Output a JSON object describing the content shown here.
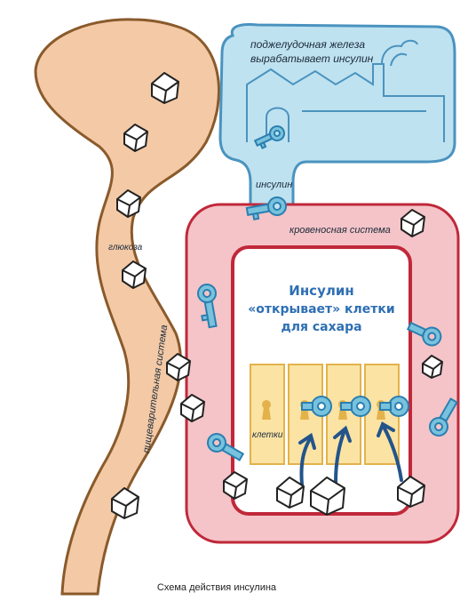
{
  "labels": {
    "pancreas_line1": "поджелудочная железа",
    "pancreas_line2": "вырабатывает инсулин",
    "insulin": "инсулин",
    "bloodstream": "кровеносная система",
    "glucose": "глюкоза",
    "digestive": "пищеварительная система",
    "cells": "клетки",
    "center_line1": "Инсулин",
    "center_line2": "«открывает» клетки",
    "center_line3": "для сахара",
    "caption": "Схема действия инсулина"
  },
  "colors": {
    "digestive_fill": "#f3c9a6",
    "digestive_outline": "#8a5a2b",
    "pancreas_fill": "#bfe2f0",
    "pancreas_outline": "#4a93bf",
    "blood_fill": "#f4c4c8",
    "blood_outline": "#c0283a",
    "cell_fill": "#fbe3a4",
    "cell_outline": "#e3b24a",
    "key": "#79c2dd",
    "arrow": "#23548a",
    "center_text": "#2e6fb3"
  },
  "icons": [
    "sugar-cube-icon",
    "key-icon",
    "factory-icon",
    "keyhole-icon",
    "arrow-icon"
  ]
}
